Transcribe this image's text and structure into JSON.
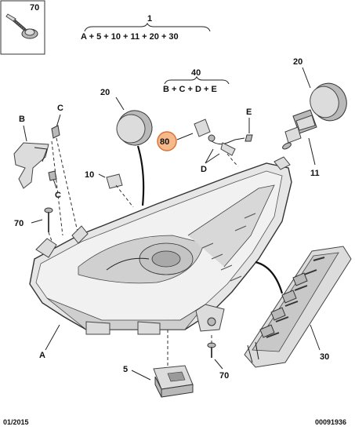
{
  "labels": {
    "top_left_screw": "70",
    "assembly_1_num": "1",
    "assembly_1_formula": "A + 5 + 10 + 11 + 20 + 30",
    "assembly_40_num": "40",
    "assembly_40_formula": "B + C + D + E",
    "cap_right": "20",
    "cap_left": "20",
    "highlight": "80",
    "bracket_b": "B",
    "clip_c_top": "C",
    "clip_c_bottom": "C",
    "bulb_10": "10",
    "screw_70_left": "70",
    "part_e": "E",
    "part_d": "D",
    "bulb_11": "11",
    "headlamp_a": "A",
    "module_5": "5",
    "screw_70_bottom": "70",
    "drl_30": "30"
  },
  "footer": {
    "date": "01/2015",
    "ref": "00091936"
  },
  "colors": {
    "highlight_fill": "#f6b98a",
    "highlight_stroke": "#d9743a",
    "line": "#222222"
  }
}
